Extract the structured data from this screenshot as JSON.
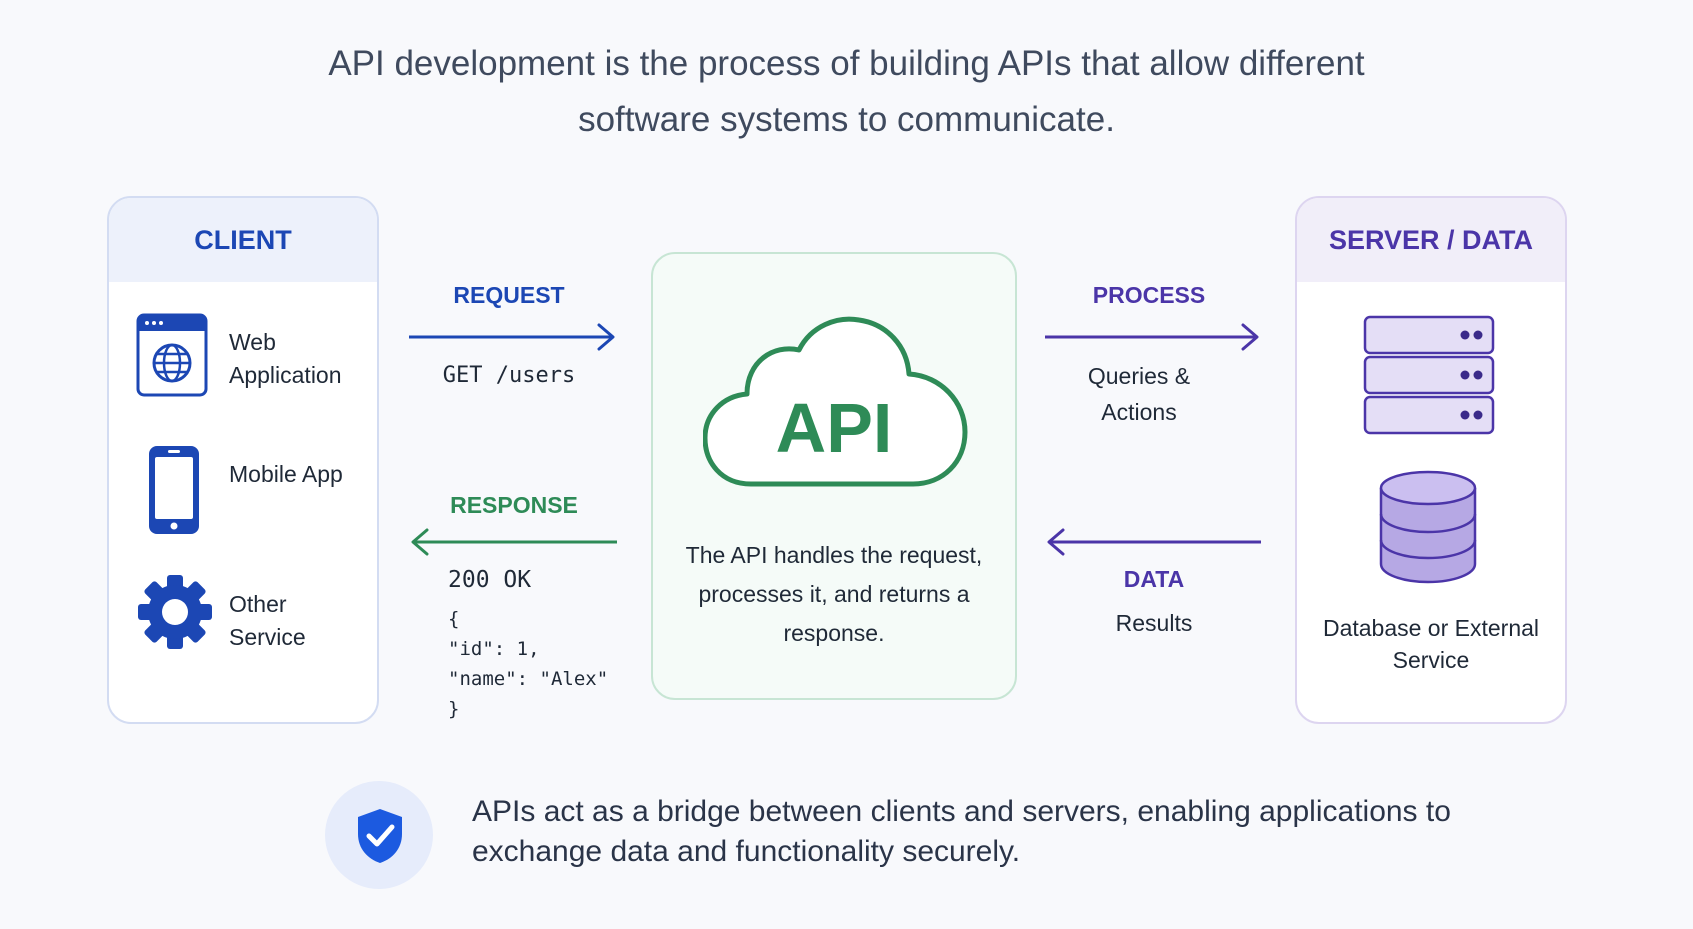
{
  "headline": "API development is the process of building APIs that allow different software systems to communicate.",
  "client": {
    "title": "CLIENT",
    "items": [
      {
        "label": "Web Application",
        "icon": "browser-globe-icon"
      },
      {
        "label": "Mobile App",
        "icon": "mobile-phone-icon"
      },
      {
        "label": "Other Service",
        "icon": "gear-icon"
      }
    ]
  },
  "request": {
    "title": "REQUEST",
    "detail": "GET /users"
  },
  "response": {
    "title": "RESPONSE",
    "status": "200 OK",
    "body_lines": [
      "{",
      "\"id\": 1,",
      "\"name\": \"Alex\"",
      "}"
    ]
  },
  "api": {
    "label": "API",
    "description": "The API handles the request, processes it, and returns a response."
  },
  "process": {
    "title": "PROCESS",
    "detail": "Queries & Actions"
  },
  "data": {
    "title": "DATA",
    "detail": "Results"
  },
  "server": {
    "title": "SERVER / DATA",
    "caption": "Database or External Service",
    "icons": [
      "server-rack-icon",
      "database-icon"
    ]
  },
  "footer": {
    "text": "APIs act as a bridge between clients and servers, enabling applications to exchange data and functionality securely.",
    "icon": "shield-check-icon"
  },
  "colors": {
    "client_blue": "#1c47b4",
    "api_green": "#2e8b57",
    "server_purple": "#4b35a8"
  }
}
